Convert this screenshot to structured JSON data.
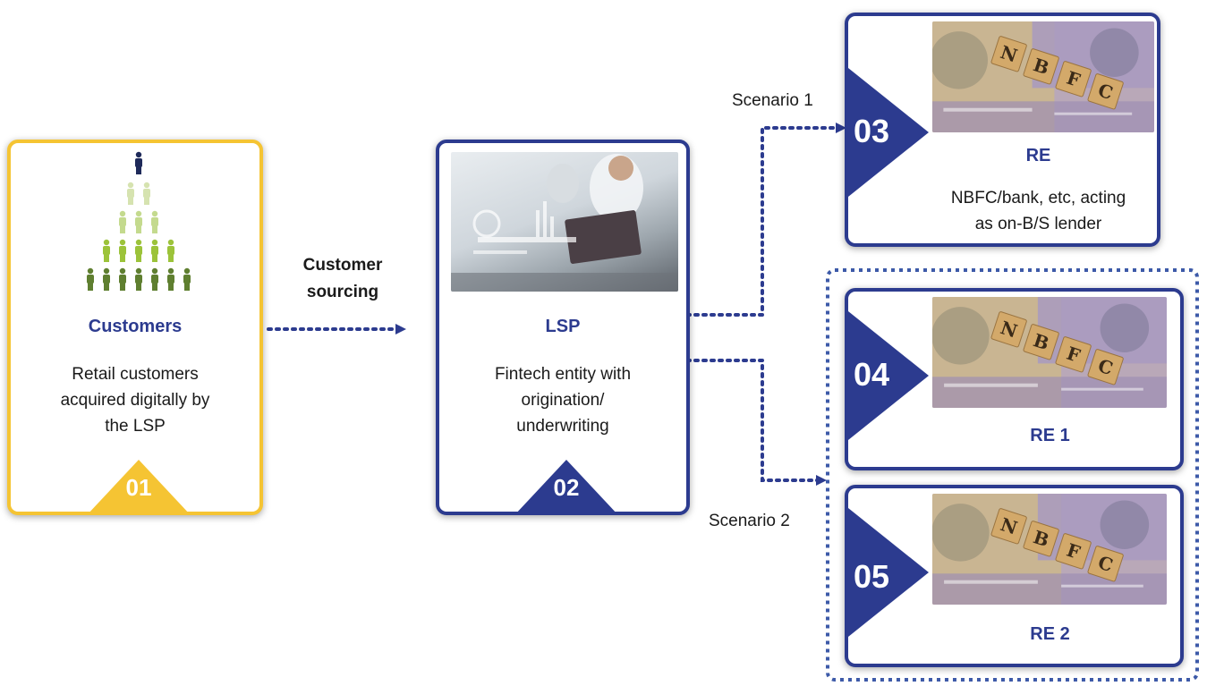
{
  "customers": {
    "title": "Customers",
    "description_lines": [
      "Retail customers",
      "acquired digitally by",
      "the LSP"
    ],
    "number": "01"
  },
  "sourcing": {
    "lines": [
      "Customer",
      "sourcing"
    ]
  },
  "lsp": {
    "title": "LSP",
    "description_lines": [
      "Fintech entity with",
      "origination/",
      "underwriting"
    ],
    "number": "02"
  },
  "scenario1": {
    "label": "Scenario 1"
  },
  "scenario2": {
    "label": "Scenario 2"
  },
  "re": {
    "title": "RE",
    "description_lines": [
      "NBFC/bank, etc, acting",
      "as on-B/S lender"
    ],
    "number": "03",
    "image_text": "NBFC"
  },
  "re1": {
    "title": "RE 1",
    "number": "04",
    "image_text": "NBFC"
  },
  "re2": {
    "title": "RE 2",
    "number": "05",
    "image_text": "NBFC"
  },
  "colors": {
    "navy": "#2c3b8f",
    "yellow": "#f5c433",
    "arrow": "#2c3b8f"
  }
}
